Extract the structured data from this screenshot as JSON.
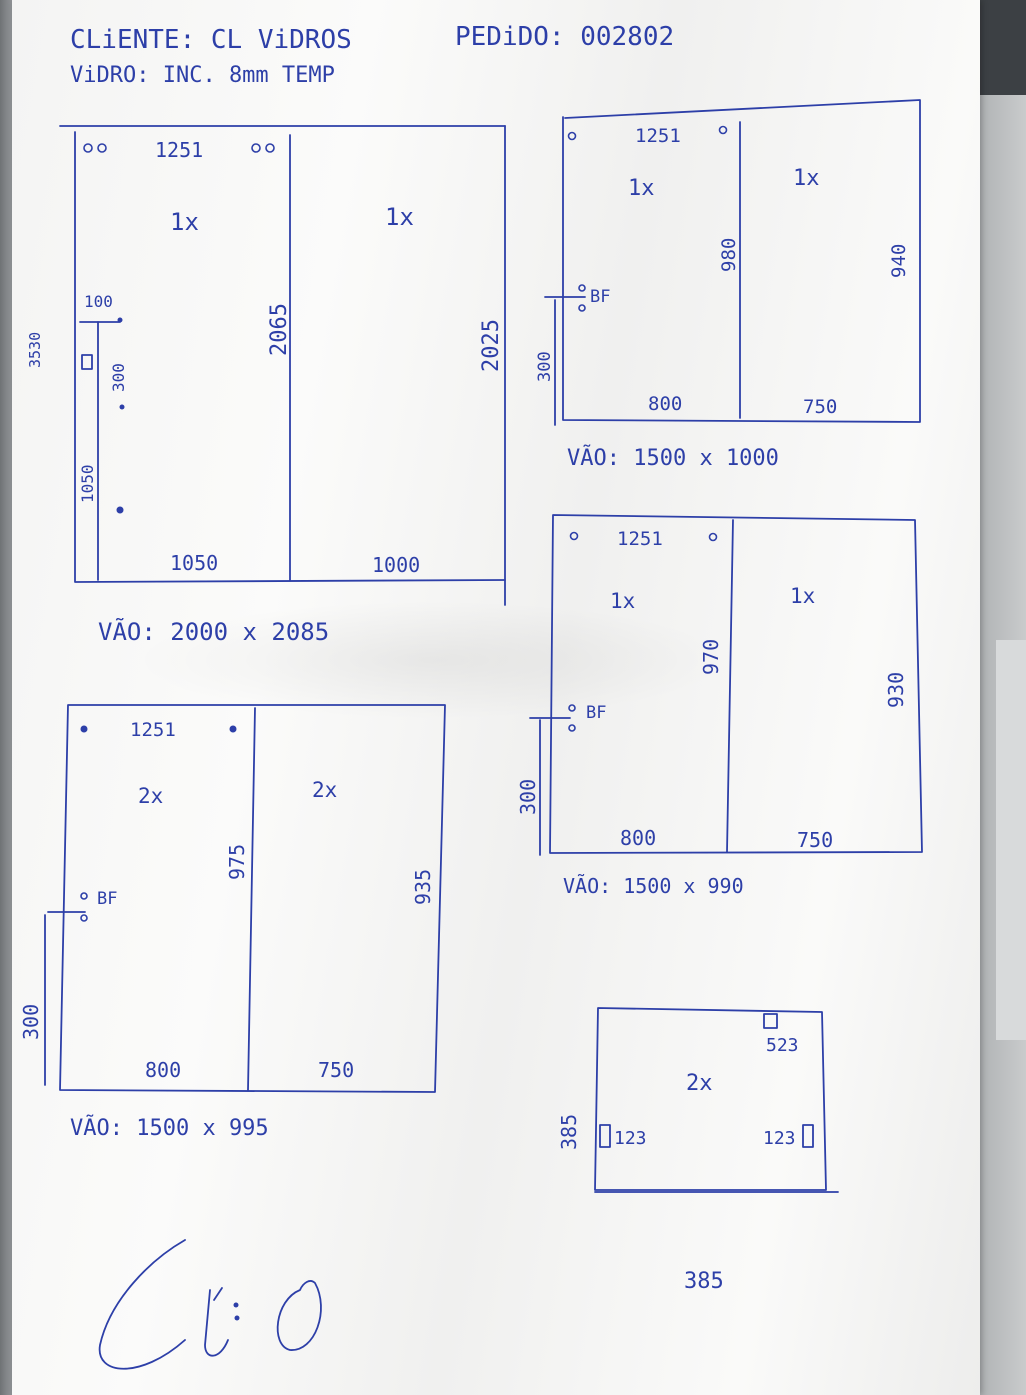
{
  "header": {
    "client_line": "CLiENTE: CL ViDROS",
    "order_line": "PEDiDO: 002802",
    "glass_line": "ViDRO: INC. 8mm TEMP"
  },
  "drawings": {
    "sketch_a": {
      "hinge": "1251",
      "pane_left_qty": "1x",
      "pane_right_qty": "1x",
      "mark_100": "100",
      "mark_3530": "3530",
      "mark_300": "300",
      "left_height": "1050",
      "mid_height": "2065",
      "right_height": "2025",
      "bottom_left": "1050",
      "bottom_right": "1000",
      "span": "VÃO: 2000 x 2085"
    },
    "sketch_b": {
      "hinge": "1251",
      "pane_left_qty": "1x",
      "pane_right_qty": "1x",
      "bf": "BF",
      "mark_300": "300",
      "mid_height": "980",
      "right_height": "940",
      "bottom_left": "800",
      "bottom_right": "750",
      "span": "VÃO: 1500 x 1000"
    },
    "sketch_c": {
      "hinge": "1251",
      "pane_left_qty": "2x",
      "pane_right_qty": "2x",
      "bf": "BF",
      "mark_300": "300",
      "mid_height": "975",
      "right_height": "935",
      "bottom_left": "800",
      "bottom_right": "750",
      "span": "VÃO: 1500 x 995"
    },
    "sketch_d": {
      "hinge": "1251",
      "pane_left_qty": "1x",
      "pane_right_qty": "1x",
      "bf": "BF",
      "mark_300": "300",
      "mid_height": "970",
      "right_height": "930",
      "bottom_left": "800",
      "bottom_right": "750",
      "span": "VÃO: 1500 x 990"
    },
    "sketch_e": {
      "qty": "2x",
      "top_right_code": "523",
      "left_code": "123",
      "right_code": "123",
      "height": "385",
      "width": "385"
    }
  },
  "signature": "Cl. O"
}
